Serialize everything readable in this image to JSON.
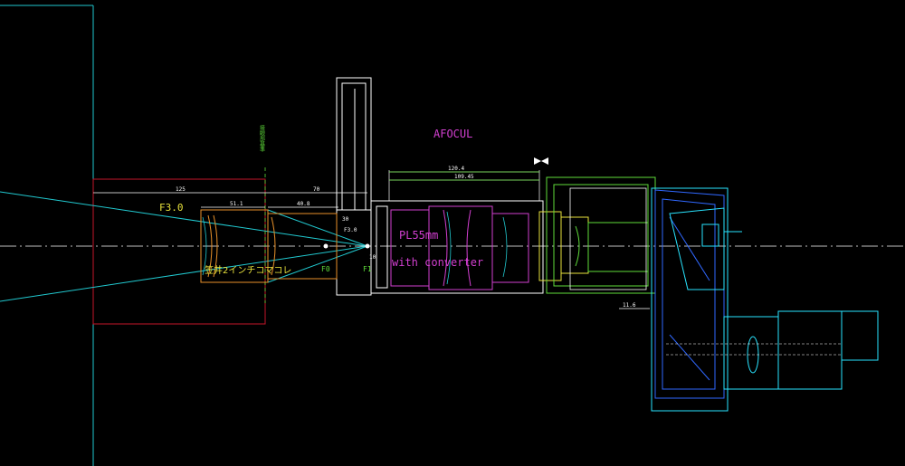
{
  "labels": {
    "title": "AFOCUL",
    "f_number": "F3.0",
    "lens_model": "PL55mm",
    "lens_note": "with converter",
    "jp_label": "笠井2インチコマコレ",
    "f0": "F0",
    "f1": "F1",
    "f3_small": "F3.0",
    "vertical_text": "接眼部基準"
  },
  "dimensions": {
    "d125": "125",
    "d70": "70",
    "d51": "51.1",
    "d40": "40.8",
    "d30": "30",
    "d10": "10",
    "d120": "120.4",
    "d109": "109.45",
    "d11": "11.6"
  },
  "colors": {
    "cyan": "#21c9d0",
    "red": "#c4162a",
    "white": "#ffffff",
    "green": "#5fdc3a",
    "yellow": "#e8e23c",
    "magenta": "#d23fd0",
    "orange": "#e8912a",
    "purple": "#8a3fd8",
    "blue": "#3068ff",
    "bright_cyan": "#29e4ff"
  }
}
